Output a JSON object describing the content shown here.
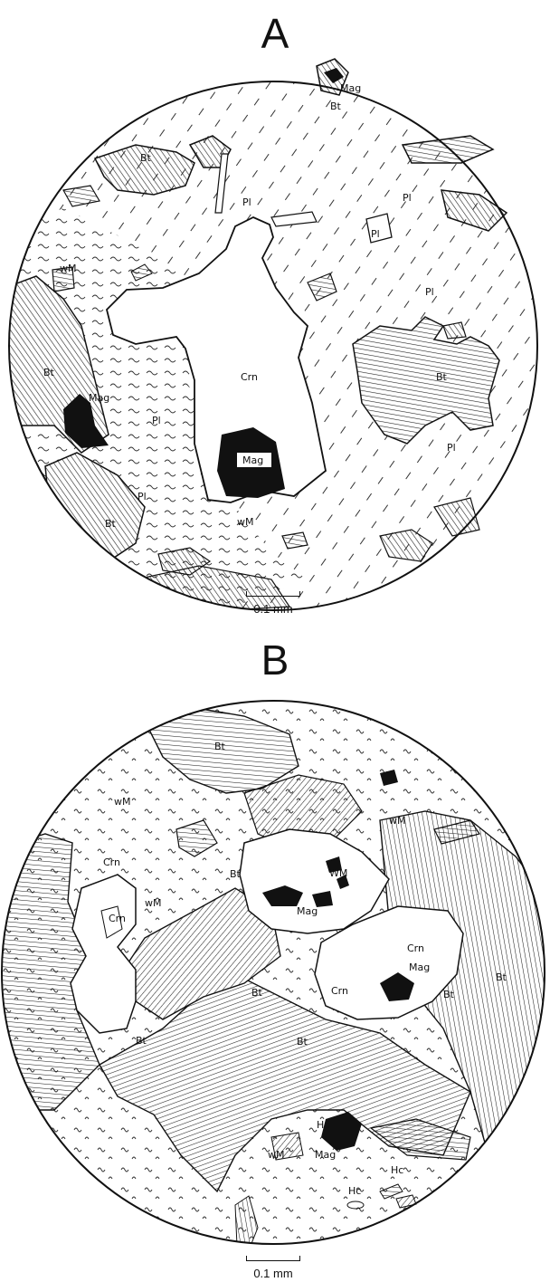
{
  "panels": [
    {
      "letter": "A",
      "scale": "0.1 mm",
      "labels": {
        "mag_top": "Mag",
        "bt_top": "Bt",
        "bt_upper_left": "Bt",
        "pl_1": "Pl",
        "pl_2": "Pl",
        "pl_3": "Pl",
        "pl_4": "Pl",
        "pl_5": "Pl",
        "pl_6": "Pl",
        "pl_7": "Pl",
        "wm_1": "wM",
        "wm_2": "wM",
        "crn": "Crn",
        "bt_right": "Bt",
        "bt_left": "Bt",
        "bt_lower_left": "Bt",
        "mag_left": "Mag",
        "mag_center": "Mag"
      }
    },
    {
      "letter": "B",
      "scale": "0.1 mm",
      "labels": {
        "bt_top": "Bt",
        "wm_upper_left": "wM",
        "wm_upper_right": "wM",
        "crn_left_1": "Crn",
        "crn_left_2": "Crn",
        "wm_left": "wM",
        "bt_center_left": "Bt",
        "wm_center": "WM",
        "mag_center": "Mag",
        "crn_right_1": "Crn",
        "crn_right_2": "Crn",
        "mag_right": "Mag",
        "bt_right_1": "Bt",
        "bt_right_2": "Bt",
        "bt_center": "Bt",
        "bt_lower_left": "Bt",
        "bt_lower_center": "Bt",
        "hc_1": "Hc",
        "mag_lower": "Mag",
        "wm_lower": "wM",
        "hc_2": "Hc",
        "hc_3": "Hc"
      }
    }
  ]
}
